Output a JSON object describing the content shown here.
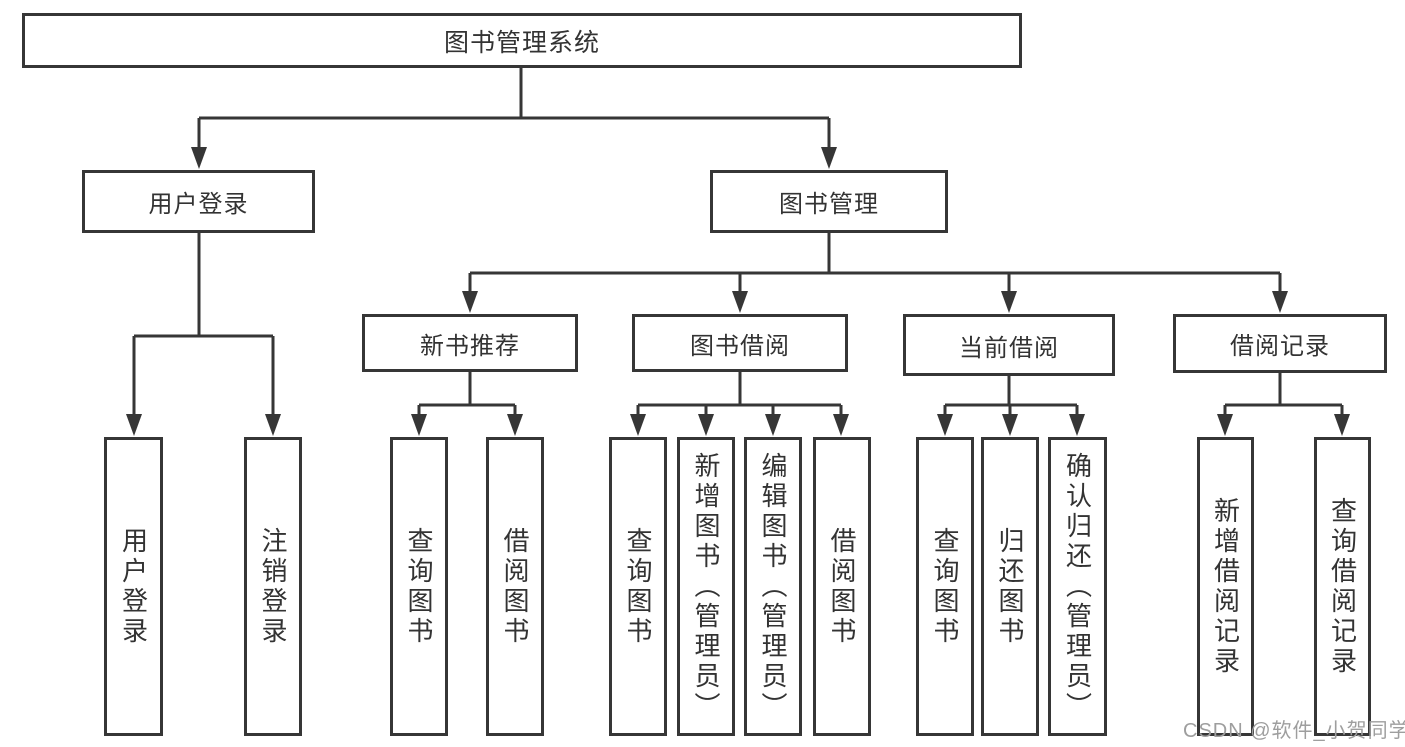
{
  "diagram": {
    "type": "hierarchy-tree",
    "colors": {
      "line": "#363636",
      "box_border": "#363636",
      "box_fill": "#ffffff",
      "text": "#333333",
      "watermark": "#9e9e9e"
    },
    "tree": {
      "root": {
        "label": "图书管理系统"
      },
      "branches": [
        {
          "label": "用户登录",
          "leaves": [
            {
              "label": "用户登录"
            },
            {
              "label": "注销登录"
            }
          ]
        },
        {
          "label": "图书管理",
          "children": [
            {
              "label": "新书推荐",
              "leaves": [
                {
                  "label": "查询图书"
                },
                {
                  "label": "借阅图书"
                }
              ]
            },
            {
              "label": "图书借阅",
              "leaves": [
                {
                  "label": "查询图书"
                },
                {
                  "label": "新增图书（管理员）"
                },
                {
                  "label": "编辑图书（管理员）"
                },
                {
                  "label": "借阅图书"
                }
              ]
            },
            {
              "label": "当前借阅",
              "leaves": [
                {
                  "label": "查询图书"
                },
                {
                  "label": "归还图书"
                },
                {
                  "label": "确认归还（管理员）"
                }
              ]
            },
            {
              "label": "借阅记录",
              "leaves": [
                {
                  "label": "新增借阅记录"
                },
                {
                  "label": "查询借阅记录"
                }
              ]
            }
          ]
        }
      ]
    },
    "watermark": {
      "text": "CSDN @软件_小贺同学"
    }
  }
}
